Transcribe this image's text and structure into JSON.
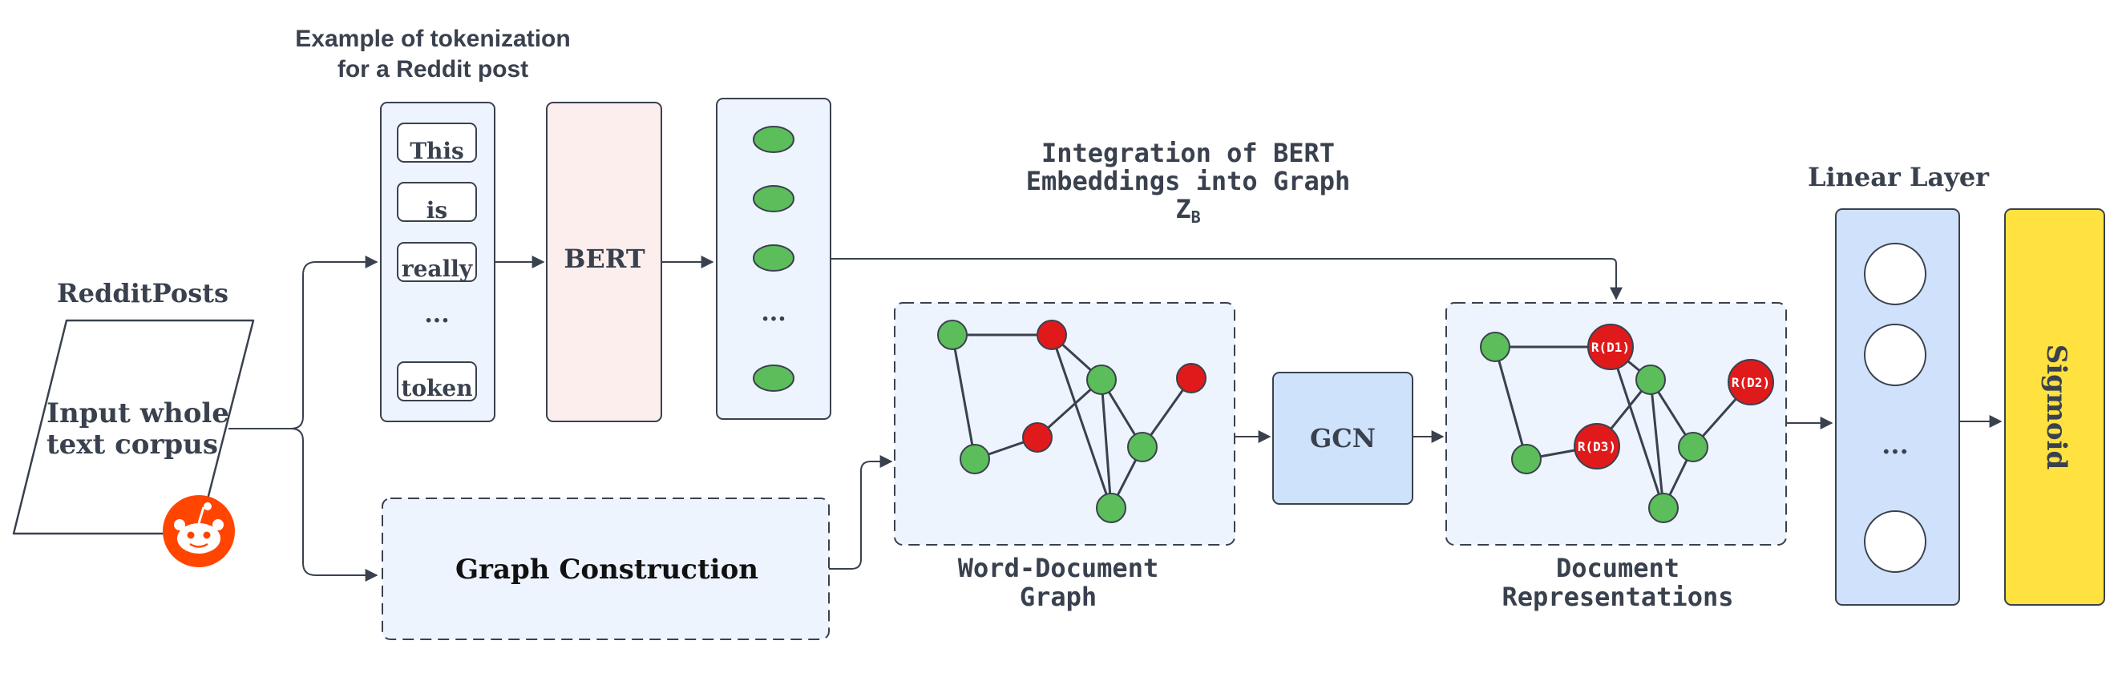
{
  "colors": {
    "stroke": "#3a414e",
    "text": "#3a414e",
    "panel_blue": "#edf4fd",
    "bert_pink": "#fdeeee",
    "gcn_blue": "#cfe2fb",
    "linear_blue": "#d0e2fb",
    "sigmoid_yellow": "#ffe140",
    "node_green": "#5cbd5b",
    "node_red": "#e01a1a",
    "reddit_orange": "#ff4500"
  },
  "input": {
    "header": "RedditPosts",
    "line1": "Input whole",
    "line2": "text corpus",
    "icon": "reddit-logo-icon"
  },
  "tokenization": {
    "title_line1": "Example of tokenization",
    "title_line2": "for a Reddit post",
    "tokens": [
      "This",
      "is",
      "really",
      "...",
      "token"
    ]
  },
  "bert": {
    "label": "BERT"
  },
  "embeddings": {
    "ellipsis": "..."
  },
  "integration": {
    "line1": "Integration of BERT",
    "line2": "Embeddings into Graph",
    "symbol": "Z",
    "subscript": "B"
  },
  "graph_construction": {
    "label": "Graph Construction"
  },
  "word_doc_graph": {
    "line1": "Word-Document",
    "line2": "Graph"
  },
  "gcn": {
    "label": "GCN"
  },
  "doc_repr": {
    "line1": "Document",
    "line2": "Representations",
    "node_labels": [
      "R(D1)",
      "R(D2)",
      "R(D3)"
    ]
  },
  "linear": {
    "title": "Linear Layer",
    "ellipsis": "..."
  },
  "sigmoid": {
    "label": "Sigmoid"
  }
}
